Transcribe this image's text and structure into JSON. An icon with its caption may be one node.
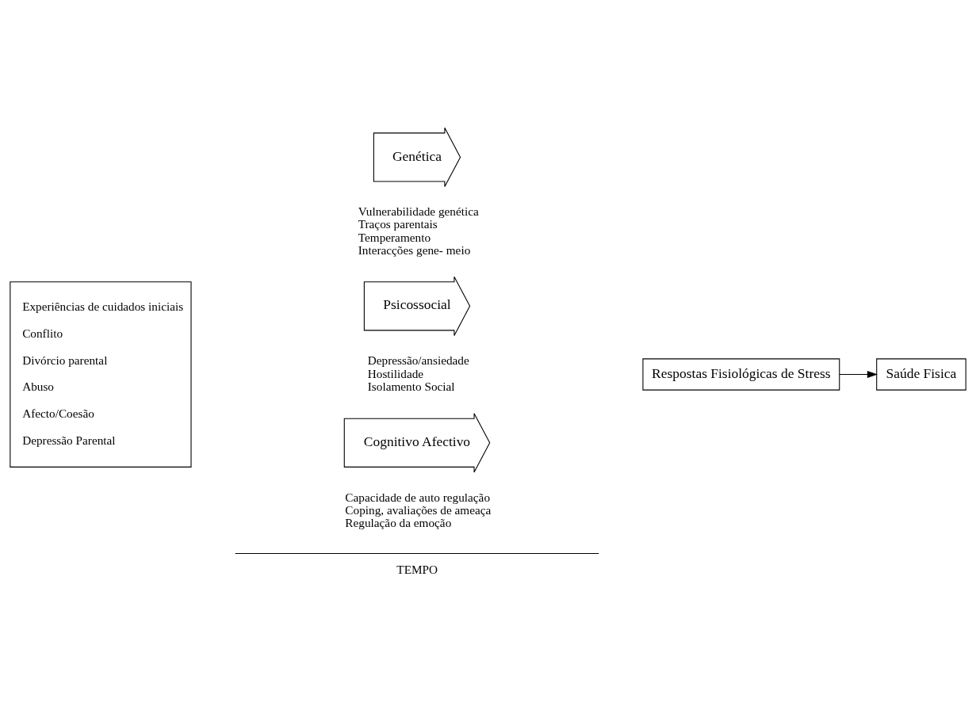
{
  "diagram": {
    "nodes": [
      {
        "text": [
          "Experiências de cuidados iniciais",
          "Conflito",
          "Divórcio parental",
          "Abuso",
          "Afecto/Coesão",
          "Depressão Parental"
        ]
      },
      {
        "text": [
          "Genética"
        ],
        "beside": [
          "Vulnerabilidade genética",
          "Traços parentais",
          "Temperamento",
          "Interacções gene- meio"
        ]
      },
      {
        "text": [
          "Psicossocial"
        ],
        "beside": [
          "Depressão/ansiedade",
          "Hostilidade",
          "Isolamento Social"
        ]
      },
      {
        "text": [
          "Cognitivo Afectivo"
        ],
        "beside": [
          "Capacidade de auto regulação",
          "Coping, avaliações de ameaça",
          "Regulação da emoção"
        ]
      },
      {
        "text": [
          "Respostas Fisiológicas de Stress"
        ]
      },
      {
        "text": [
          "Saúde Fisica"
        ]
      }
    ],
    "edges": [
      {
        "from": 4,
        "to": 5,
        "arrow": "to"
      }
    ],
    "labels": [
      "TEMPO"
    ]
  }
}
